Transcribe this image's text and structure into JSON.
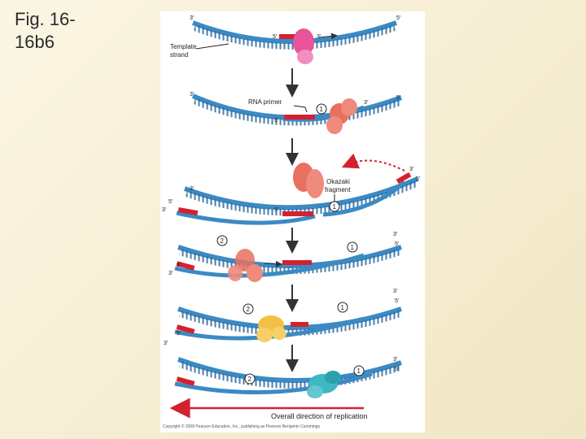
{
  "slide": {
    "title_line1": "Fig. 16-",
    "title_line2": "16b6"
  },
  "figure": {
    "ends": {
      "three_prime": "3′",
      "five_prime": "5′"
    },
    "labels": {
      "template_strand_line1": "Template",
      "template_strand_line2": "strand",
      "rna_primer": "RNA primer",
      "okazaki_line1": "Okazaki",
      "okazaki_line2": "fragment",
      "overall_direction": "Overall direction of replication",
      "copyright": "Copyright © 2008 Pearson Education, Inc., publishing as Pearson Benjamin Cummings"
    },
    "fragment_numbers": {
      "one": "1",
      "two": "2"
    }
  },
  "colors": {
    "dna_strand": "#3b8ac4",
    "dna_strand_dark": "#1f5e94",
    "rna_primer": "#d42130",
    "primase": "#e8559a",
    "dna_pol_iii": "#e8705f",
    "dna_pol_i": "#f3c044",
    "ligase": "#3fb6c0",
    "arrow": "#333333",
    "direction_arrow": "#d42130"
  }
}
